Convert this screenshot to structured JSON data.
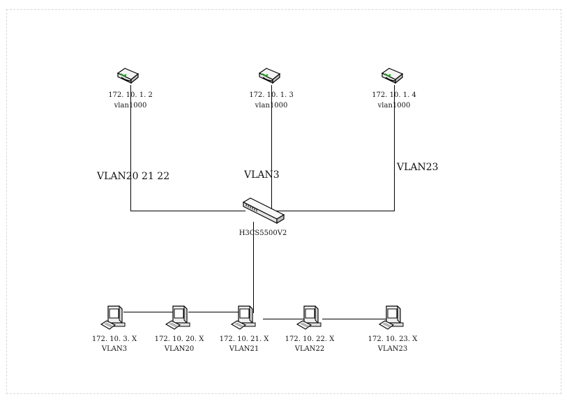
{
  "diagram": {
    "type": "network-topology",
    "core_switch": {
      "id": "core",
      "label": "H3CS5500V2",
      "icon": "switch-icon"
    },
    "routers": [
      {
        "id": "r1",
        "ip": "172. 10. 1. 2",
        "vlan": "vlan1000",
        "icon": "router-icon"
      },
      {
        "id": "r2",
        "ip": "172. 10. 1. 3",
        "vlan": "vlan1000",
        "icon": "router-icon"
      },
      {
        "id": "r3",
        "ip": "172. 10. 1. 4",
        "vlan": "vlan1000",
        "icon": "router-icon"
      }
    ],
    "link_labels": [
      {
        "link": "r1-core",
        "text": "VLAN20  21  22"
      },
      {
        "link": "r2-core",
        "text": "VLAN3"
      },
      {
        "link": "r3-core",
        "text": "VLAN23"
      }
    ],
    "hosts": [
      {
        "id": "h3",
        "ip": "172. 10. 3. X",
        "vlan": "VLAN3",
        "icon": "computer-icon"
      },
      {
        "id": "h20",
        "ip": "172. 10. 20. X",
        "vlan": "VLAN20",
        "icon": "computer-icon"
      },
      {
        "id": "h21",
        "ip": "172. 10. 21. X",
        "vlan": "VLAN21",
        "icon": "computer-icon"
      },
      {
        "id": "h22",
        "ip": "172. 10. 22. X",
        "vlan": "VLAN22",
        "icon": "computer-icon"
      },
      {
        "id": "h23",
        "ip": "172. 10. 23. X",
        "vlan": "VLAN23",
        "icon": "computer-icon"
      }
    ],
    "edges": [
      [
        "r1",
        "core"
      ],
      [
        "r2",
        "core"
      ],
      [
        "r3",
        "core"
      ],
      [
        "core",
        "h21"
      ],
      [
        "h3",
        "h20"
      ],
      [
        "h20",
        "h21"
      ],
      [
        "h21",
        "h22"
      ],
      [
        "h22",
        "h23"
      ]
    ]
  }
}
